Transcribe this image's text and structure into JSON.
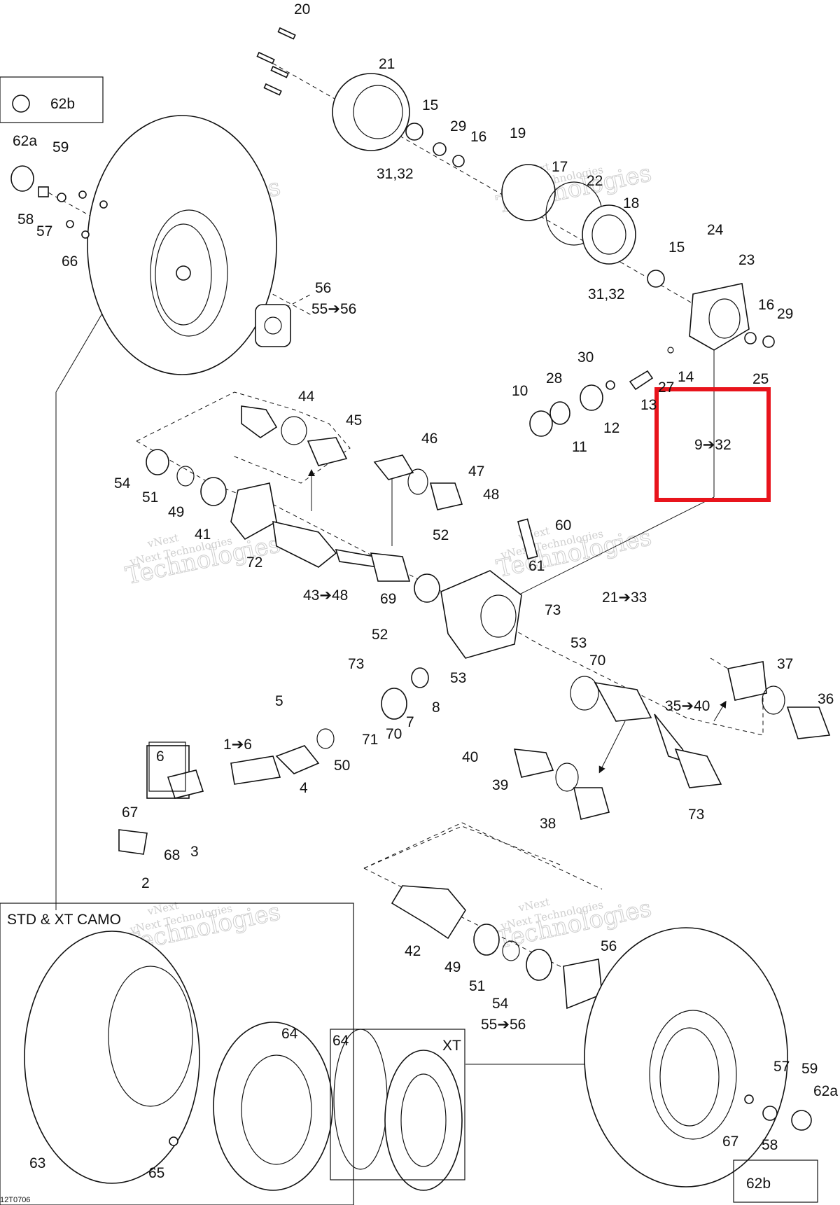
{
  "diagram_code": "12T0706",
  "boxes": {
    "std_camo": "STD & XT CAMO",
    "xt": "XT",
    "highlight_ref": "9➔32",
    "highlight_color": "#e8141c"
  },
  "watermark": {
    "line1": "vNext",
    "line2": "vNext Technologies",
    "line3": "Technologies"
  },
  "callouts": {
    "c20": "20",
    "c21": "21",
    "c15a": "15",
    "c29a": "29",
    "c16a": "16",
    "c19": "19",
    "c3132a": "31,32",
    "c17": "17",
    "c22": "22",
    "c18": "18",
    "c24": "24",
    "c15b": "15",
    "c23": "23",
    "c3132b": "31,32",
    "c16b": "16",
    "c29b": "29",
    "c30": "30",
    "c28": "28",
    "c10": "10",
    "c27": "27",
    "c14": "14",
    "c25": "25",
    "c13": "13",
    "c12": "12",
    "c11": "11",
    "c62b_top": "62b",
    "c62a_top": "62a",
    "c59_top": "59",
    "c58_top": "58",
    "c57_top": "57",
    "c66": "66",
    "c56_top": "56",
    "c5556_top": "55➔56",
    "c44": "44",
    "c45": "45",
    "c46": "46",
    "c47": "47",
    "c48": "48",
    "c54_top": "54",
    "c51_top": "51",
    "c49_top": "49",
    "c41": "41",
    "c60": "60",
    "c52a": "52",
    "c61": "61",
    "c72": "72",
    "c4348": "43➔48",
    "c69": "69",
    "c73a": "73",
    "c2133": "21➔33",
    "c52b": "52",
    "c53a": "53",
    "c70a": "70",
    "c73b": "73",
    "c53b": "53",
    "c8": "8",
    "c37": "37",
    "c36": "36",
    "c5": "5",
    "c71": "71",
    "c70b": "70",
    "c7": "7",
    "c3540": "35➔40",
    "c16": "1➔6",
    "c4": "4",
    "c50": "50",
    "c40": "40",
    "c39": "39",
    "c38": "38",
    "c73c": "73",
    "c6": "6",
    "c67_top": "67",
    "c3": "3",
    "c68": "68",
    "c2": "2",
    "c42": "42",
    "c56_bot": "56",
    "c49_bot": "49",
    "c51_bot": "51",
    "c54_bot": "54",
    "c5556_bot": "55➔56",
    "c64a": "64",
    "c64b": "64",
    "c63": "63",
    "c65": "65",
    "c57_bot": "57",
    "c59_bot": "59",
    "c62a_bot": "62a",
    "c67_bot": "67",
    "c58_bot": "58",
    "c62b_bot": "62b"
  }
}
